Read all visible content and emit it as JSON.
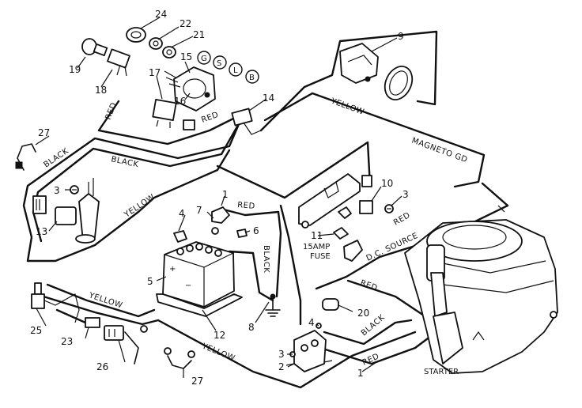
{
  "part_numbers": {
    "n1a": "1",
    "n1b": "1",
    "n2": "2",
    "n3a": "3",
    "n3b": "3",
    "n3c": "3",
    "n4a": "4",
    "n4b": "4",
    "n5": "5",
    "n6": "6",
    "n7": "7",
    "n8": "8",
    "n9": "9",
    "n10": "10",
    "n11": "11",
    "n12": "12",
    "n13": "13",
    "n14": "14",
    "n15": "15",
    "n16": "16",
    "n17": "17",
    "n18": "18",
    "n19": "19",
    "n20": "20",
    "n21": "21",
    "n22": "22",
    "n23": "23",
    "n24": "24",
    "n25": "25",
    "n26": "26",
    "n27a": "27",
    "n27b": "27"
  },
  "switch_terminals": {
    "g": "G",
    "s": "S",
    "l": "L",
    "b": "B"
  },
  "wire_labels": {
    "red_switch": "RED",
    "red_solenoid": "RED",
    "yellow_top": "YELLOW",
    "magneto": "MAGNETO GD",
    "black_left1": "BLACK",
    "black_left2": "BLACK",
    "yellow_left": "YELLOW",
    "red_battery": "RED",
    "black_battery": "BLACK",
    "red_right": "RED",
    "dc_source": "D.C. SOURCE",
    "red_engine": "RED",
    "yellow_bottom": "YELLOW",
    "yellow_bottom2": "YELLOW",
    "black_bottom": "BLACK",
    "red_bottom": "RED"
  },
  "component_labels": {
    "fuse_line1": "15AMP",
    "fuse_line2": "FUSE",
    "starter": "STARTER"
  }
}
